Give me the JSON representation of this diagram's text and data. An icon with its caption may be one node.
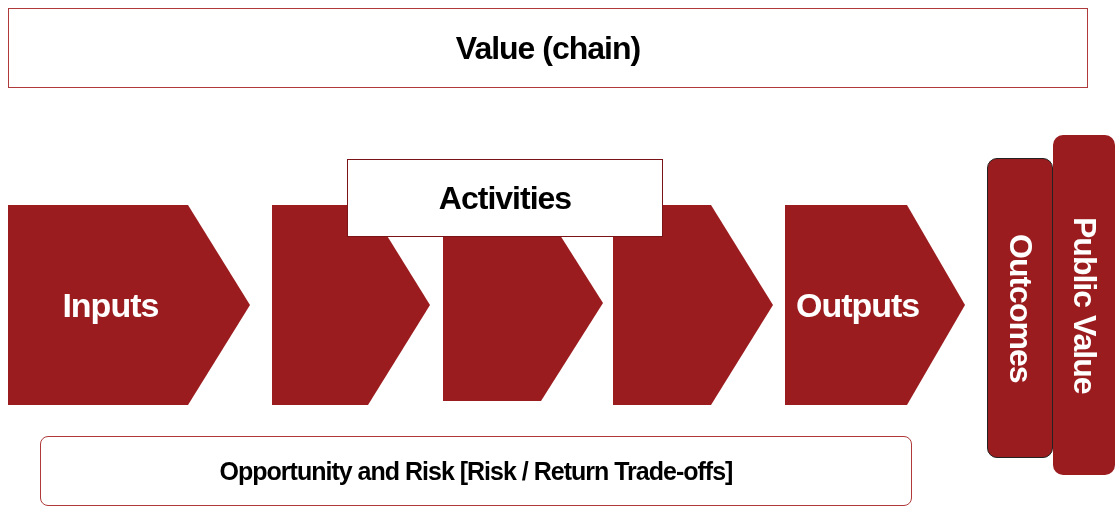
{
  "diagram": {
    "nodes": [
      {
        "text": [
          "Value (chain)"
        ]
      },
      {
        "text": [
          "Activities"
        ]
      },
      {
        "text": [
          "Inputs"
        ]
      },
      {
        "text": [],
        "shape": "chevron"
      },
      {
        "text": [],
        "shape": "chevron"
      },
      {
        "text": [],
        "shape": "chevron"
      },
      {
        "text": [
          "Outputs"
        ]
      },
      {
        "text": [
          "Outcomes"
        ]
      },
      {
        "text": [
          "Public Value"
        ]
      },
      {
        "text": [
          "Opportunity and Risk [Risk / Return Trade-offs]"
        ]
      }
    ]
  }
}
